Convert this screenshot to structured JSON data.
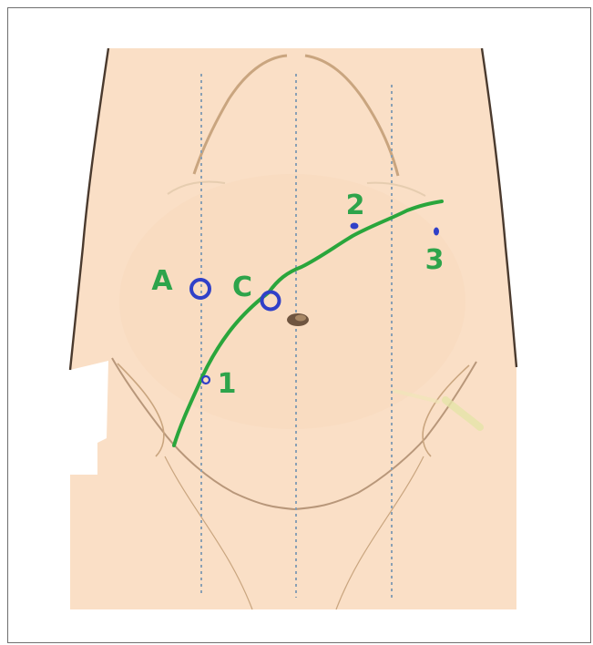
{
  "labels": {
    "port_a": "A",
    "port_c": "C",
    "point_1": "1",
    "point_2": "2",
    "point_3": "3"
  },
  "colors": {
    "skin": "#fadfc6",
    "skin_outline": "#b8977a",
    "skin_shading": "#c8a07a",
    "dashed_lines": "#8aa0b4",
    "trocar_ports": "#3040c8",
    "incision_line": "#2aa63c",
    "label_text": "#2ea44b",
    "frame_border": "#6f6f6f"
  },
  "icons": {
    "umbilicus": "navel-icon"
  }
}
